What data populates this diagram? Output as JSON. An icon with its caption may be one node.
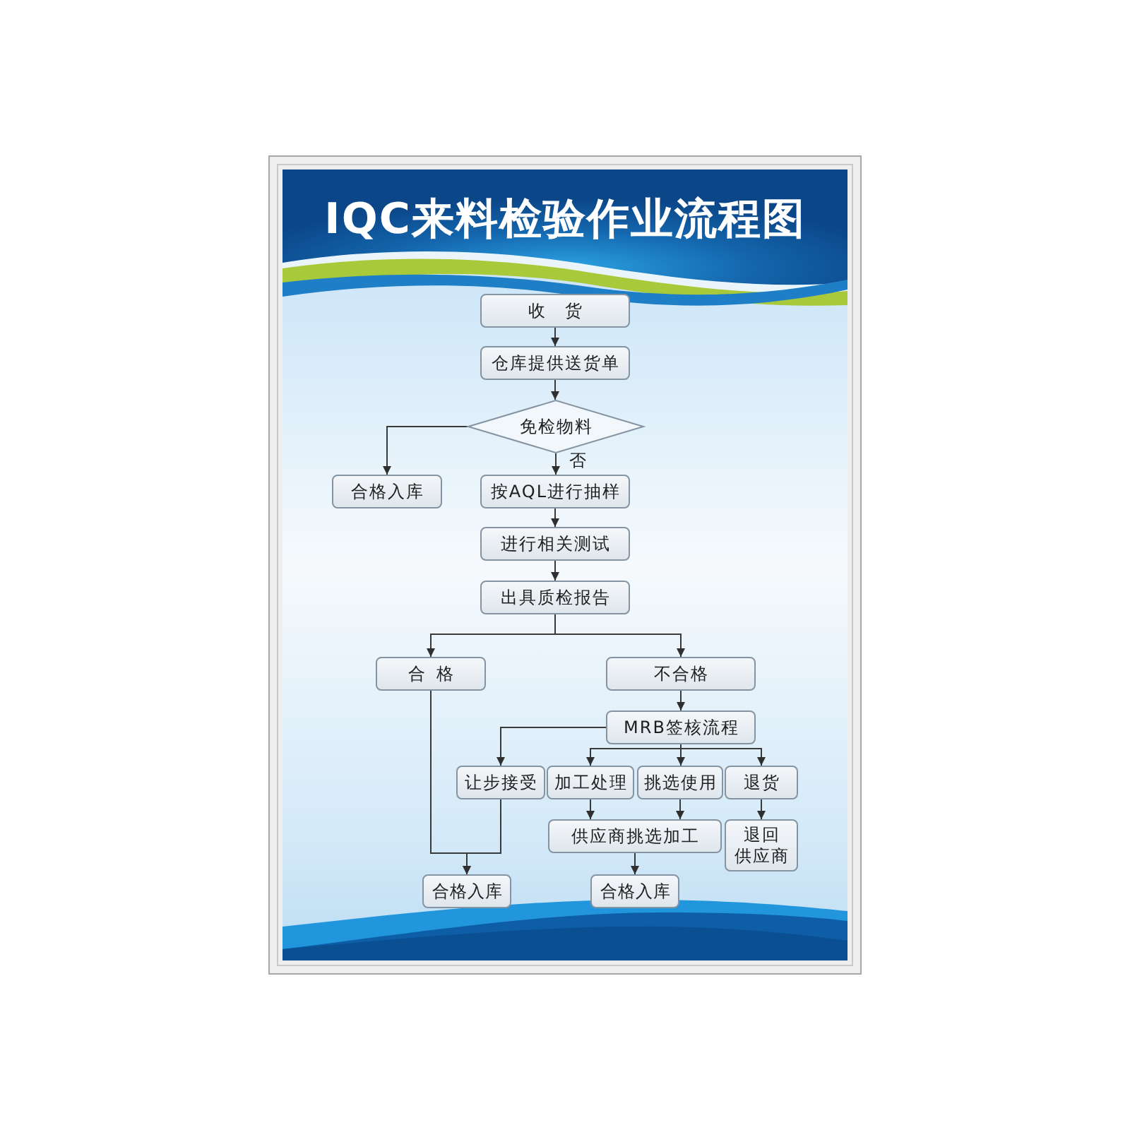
{
  "diagram": {
    "title": "IQC来料检验作业流程图",
    "nodes": [
      {
        "text": [
          "收 货"
        ]
      },
      {
        "text": [
          "仓库提供送货单"
        ]
      },
      {
        "text": [
          "免检物料"
        ]
      },
      {
        "text": [
          "合格入库"
        ]
      },
      {
        "text": [
          "按AQL进行抽样"
        ]
      },
      {
        "text": [
          "进行相关测试"
        ]
      },
      {
        "text": [
          "出具质检报告"
        ]
      },
      {
        "text": [
          "合 格"
        ]
      },
      {
        "text": [
          "不合格"
        ]
      },
      {
        "text": [
          "MRB签核流程"
        ]
      },
      {
        "text": [
          "让步接受"
        ]
      },
      {
        "text": [
          "加工处理"
        ]
      },
      {
        "text": [
          "挑选使用"
        ]
      },
      {
        "text": [
          "退货"
        ]
      },
      {
        "text": [
          "供应商挑选加工"
        ]
      },
      {
        "text": [
          "退回供应商"
        ]
      },
      {
        "text": [
          "合格入库"
        ]
      },
      {
        "text": [
          "合格入库"
        ]
      }
    ],
    "edges": [
      {
        "from": 0,
        "to": 1,
        "arrow": "to"
      },
      {
        "from": 1,
        "to": 2,
        "arrow": "to"
      },
      {
        "from": 2,
        "to": 3,
        "arrow": "to"
      },
      {
        "from": 2,
        "to": 4,
        "arrow": "to",
        "label": "否"
      },
      {
        "from": 4,
        "to": 5,
        "arrow": "to"
      },
      {
        "from": 5,
        "to": 6,
        "arrow": "to"
      },
      {
        "from": 6,
        "to": 7,
        "arrow": "to"
      },
      {
        "from": 6,
        "to": 8,
        "arrow": "to"
      },
      {
        "from": 8,
        "to": 9,
        "arrow": "to"
      },
      {
        "from": 9,
        "to": 10,
        "arrow": "to"
      },
      {
        "from": 9,
        "to": 11,
        "arrow": "to"
      },
      {
        "from": 9,
        "to": 12,
        "arrow": "to"
      },
      {
        "from": 9,
        "to": 13,
        "arrow": "to"
      },
      {
        "from": 11,
        "to": 14,
        "arrow": "to"
      },
      {
        "from": 12,
        "to": 14,
        "arrow": "to"
      },
      {
        "from": 13,
        "to": 15,
        "arrow": "to"
      },
      {
        "from": 7,
        "to": 16,
        "arrow": "to"
      },
      {
        "from": 10,
        "to": 16,
        "arrow": "to"
      },
      {
        "from": 14,
        "to": 17,
        "arrow": "to"
      }
    ]
  }
}
